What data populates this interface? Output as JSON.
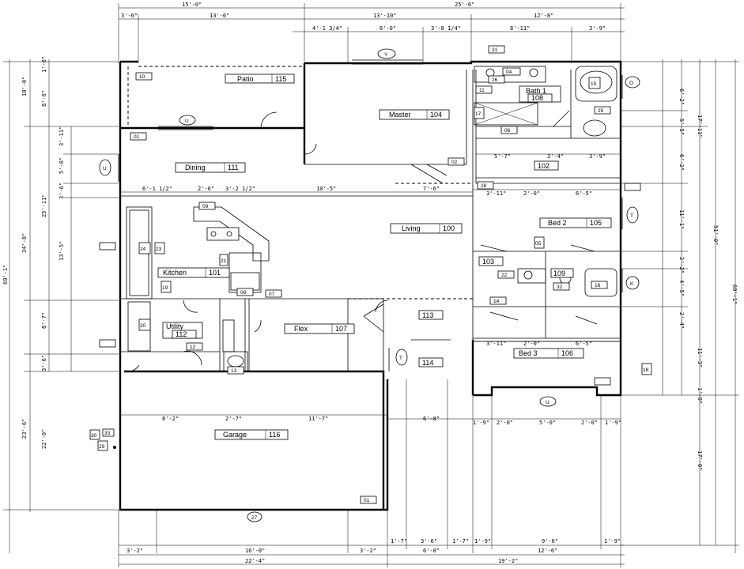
{
  "dimensions_top": [
    {
      "label": "15'-0\""
    },
    {
      "label": "25'-6\""
    },
    {
      "label": "3'-6\""
    },
    {
      "label": "13'-6\""
    },
    {
      "label": "13'-10\""
    },
    {
      "label": "12'-8\""
    },
    {
      "label": "4'-1 3/4\""
    },
    {
      "label": "6'-0\""
    },
    {
      "label": "3'-8 1/4\""
    },
    {
      "label": "8'-11\""
    },
    {
      "label": "3'-9\""
    }
  ],
  "dimensions_bottom": [
    {
      "label": "3'-2\""
    },
    {
      "label": "16'-0\""
    },
    {
      "label": "3'-2\""
    },
    {
      "label": "6'-8\""
    },
    {
      "label": "12'-6\""
    },
    {
      "label": "1'-7\""
    },
    {
      "label": "3'-6\""
    },
    {
      "label": "1'-7\""
    },
    {
      "label": "1'-9\""
    },
    {
      "label": "9'-0\""
    },
    {
      "label": "1'-9\""
    },
    {
      "label": "22'-4\""
    },
    {
      "label": "19'-2\""
    }
  ],
  "dimensions_interior": [
    {
      "label": "6'-1 1/2\""
    },
    {
      "label": "2'-6\""
    },
    {
      "label": "3'-2 1/2\""
    },
    {
      "label": "10'-5\""
    },
    {
      "label": "7'-6\""
    },
    {
      "label": "3'-11\""
    },
    {
      "label": "2'-0\""
    },
    {
      "label": "6'-5\""
    },
    {
      "label": "5'-7\""
    },
    {
      "label": "3'-4\""
    },
    {
      "label": "3'-9\""
    },
    {
      "label": "3'-11\""
    },
    {
      "label": "2'-0\""
    },
    {
      "label": "6'-5\""
    },
    {
      "label": "8'-2\""
    },
    {
      "label": "2'-7\""
    },
    {
      "label": "11'-7\""
    },
    {
      "label": "6'-8\""
    },
    {
      "label": "1'-9\""
    },
    {
      "label": "2'-0\""
    },
    {
      "label": "5'-0\""
    },
    {
      "label": "2'-0\""
    },
    {
      "label": "1'-9\""
    }
  ],
  "dimensions_left": [
    {
      "label": "10'-0\""
    },
    {
      "label": "3'-11\""
    },
    {
      "label": "5'-0\""
    },
    {
      "label": "3'-6\""
    },
    {
      "label": "13'-5\""
    },
    {
      "label": "8'-7\""
    },
    {
      "label": "3'-6\""
    },
    {
      "label": "22'-0\""
    },
    {
      "label": "25'-11\""
    },
    {
      "label": "34'-8\""
    },
    {
      "label": "23'-6\""
    },
    {
      "label": "69'-1\""
    },
    {
      "label": "1'-6\""
    },
    {
      "label": "8'-6\""
    }
  ],
  "dimensions_right": [
    {
      "label": "6'-2\""
    },
    {
      "label": "5'-5\""
    },
    {
      "label": "6'-2\""
    },
    {
      "label": "11'-1\""
    },
    {
      "label": "4'-5\""
    },
    {
      "label": "11'-3\""
    },
    {
      "label": "17'-0\""
    },
    {
      "label": "17'-11\""
    },
    {
      "label": "51'-0\""
    },
    {
      "label": "69'-1\""
    },
    {
      "label": "2'-4\""
    },
    {
      "label": "1'-0\""
    },
    {
      "label": "2'-2\""
    }
  ],
  "rooms": [
    {
      "name": "Patio",
      "number": "115"
    },
    {
      "name": "Master",
      "number": "104"
    },
    {
      "name": "Bath 1",
      "number": "108"
    },
    {
      "name": "Dining",
      "number": "111"
    },
    {
      "name": "Living",
      "number": "100"
    },
    {
      "name": "Bed 2",
      "number": "105"
    },
    {
      "name": "Kitchen",
      "number": "101"
    },
    {
      "name": "Utility",
      "number": "112"
    },
    {
      "name": "Flex",
      "number": "107"
    },
    {
      "name": "",
      "number": "113"
    },
    {
      "name": "",
      "number": "114"
    },
    {
      "name": "",
      "number": "102"
    },
    {
      "name": "",
      "number": "103"
    },
    {
      "name": "",
      "number": "109"
    },
    {
      "name": "Bed 3",
      "number": "106"
    },
    {
      "name": "Garage",
      "number": "116"
    }
  ],
  "tags": [
    "10",
    "01",
    "02",
    "28",
    "09",
    "21",
    "08",
    "07",
    "12",
    "13",
    "31",
    "11",
    "06",
    "17",
    "26",
    "25",
    "15",
    "16",
    "14",
    "33",
    "32",
    "23",
    "24",
    "22",
    "01",
    "20",
    "19",
    "18",
    "27",
    "30",
    "29",
    "05",
    "04"
  ],
  "circle_tags": [
    "Y",
    "U",
    "U",
    "U",
    "T",
    "T",
    "O",
    "K"
  ]
}
